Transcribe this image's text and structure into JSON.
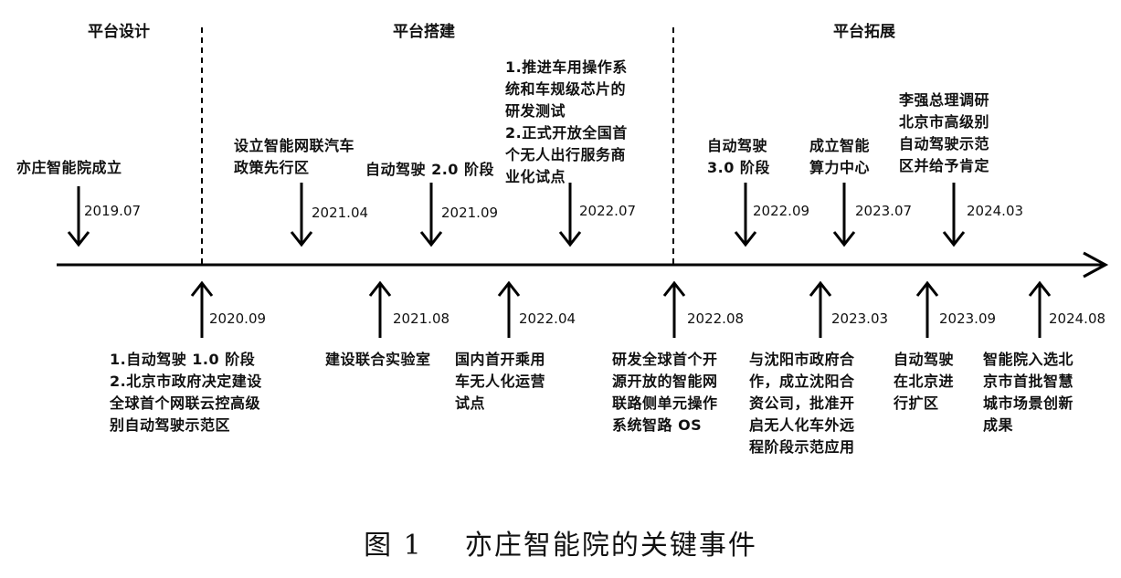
{
  "phases": [
    {
      "label": "平台设计"
    },
    {
      "label": "平台搭建"
    },
    {
      "label": "平台拓展"
    }
  ],
  "events_above": [
    {
      "date": "2019.07",
      "text": "亦庄智能院成立"
    },
    {
      "date": "2021.04",
      "text": "设立智能网联汽车\n政策先行区"
    },
    {
      "date": "2021.09",
      "text": "自动驾驶 2.0 阶段"
    },
    {
      "date": "2022.07",
      "text": "1.推进车用操作系\n统和车规级芯片的\n研发测试\n2.正式开放全国首\n个无人出行服务商\n业化试点"
    },
    {
      "date": "2022.09",
      "text": "自动驾驶\n3.0 阶段"
    },
    {
      "date": "2023.07",
      "text": "成立智能\n算力中心"
    },
    {
      "date": "2024.03",
      "text": "李强总理调研\n北京市高级别\n自动驾驶示范\n区并给予肯定"
    }
  ],
  "events_below": [
    {
      "date": "2020.09",
      "text": "1.自动驾驶 1.0 阶段\n2.北京市政府决定建设\n全球首个网联云控高级\n别自动驾驶示范区"
    },
    {
      "date": "2021.08",
      "text": "建设联合实验室"
    },
    {
      "date": "2022.04",
      "text": "国内首开乘用\n车无人化运营\n试点"
    },
    {
      "date": "2022.08",
      "text": "研发全球首个开\n源开放的智能网\n联路侧单元操作\n系统智路 OS"
    },
    {
      "date": "2023.03",
      "text": "与沈阳市政府合\n作，成立沈阳合\n资公司，批准开\n启无人化车外远\n程阶段示范应用"
    },
    {
      "date": "2023.09",
      "text": "自动驾驶\n在北京进\n行扩区"
    },
    {
      "date": "2024.08",
      "text": "智能院入选北\n京市首批智慧\n城市场景创新\n成果"
    }
  ],
  "caption": "图 1    亦庄智能院的关键事件"
}
